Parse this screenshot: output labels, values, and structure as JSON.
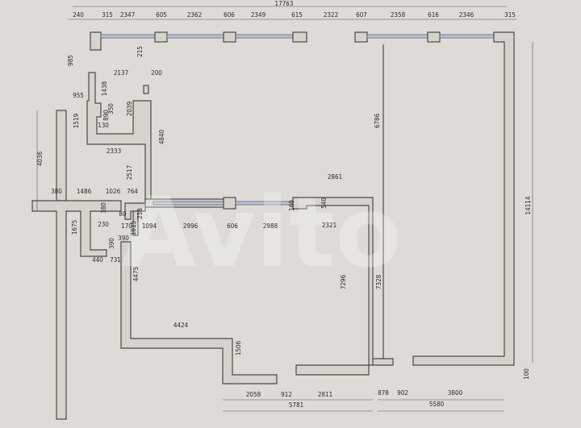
{
  "watermark": "Avito",
  "colors": {
    "paper": "#dedbd6",
    "wall_fill": "#d6d2cc",
    "wall_stroke": "#4a4a4a",
    "window": "#b9c3d2"
  },
  "dimensions": [
    "17763",
    "240",
    "315",
    "2347",
    "605",
    "2362",
    "606",
    "2349",
    "615",
    "2322",
    "607",
    "2358",
    "616",
    "2346",
    "315",
    "985",
    "215",
    "2137",
    "200",
    "1438",
    "955",
    "2039",
    "890",
    "350",
    "130",
    "1519",
    "4036",
    "2333",
    "4840",
    "2517",
    "380",
    "1486",
    "1026",
    "764",
    "380",
    "80",
    "230",
    "1675",
    "170",
    "1015",
    "1094",
    "390",
    "390",
    "440",
    "731",
    "4475",
    "4424",
    "1506",
    "2058",
    "912",
    "2811",
    "5781",
    "878",
    "902",
    "3800",
    "5580",
    "100",
    "14114",
    "6786",
    "7328",
    "7296",
    "2861",
    "540",
    "160",
    "2321",
    "2996",
    "606",
    "2988",
    "218"
  ]
}
